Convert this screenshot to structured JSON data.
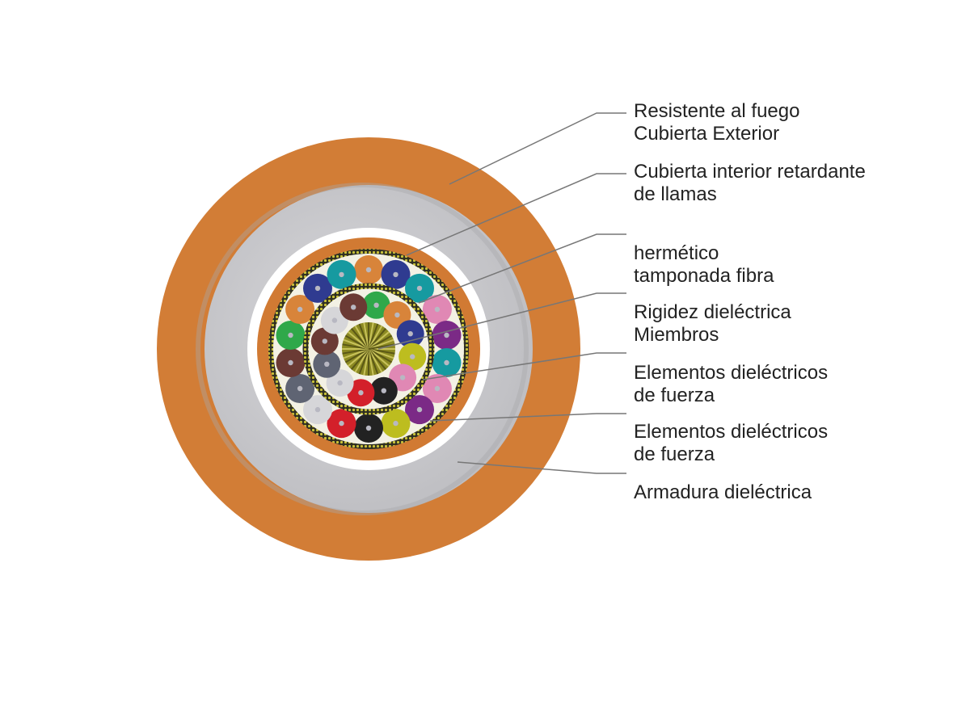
{
  "colors": {
    "outer_jacket": "#d27d36",
    "inner_jacket": "#d17a33",
    "armor": "#c9c9cc",
    "leader_line": "#777777",
    "center_member": "#8c8a23",
    "binder": "#8c8a23"
  },
  "fiber_colors": {
    "orange": "#d8843a",
    "blue": "#2f3b90",
    "teal": "#169aa0",
    "rose": "#e088b4",
    "violet": "#7b2a86",
    "brown": "#6b3a34",
    "slate": "#5f6473",
    "white": "#d6d6d9",
    "red": "#d3202a",
    "black": "#222222",
    "yellow": "#bdbd1f",
    "green": "#2fa84a"
  },
  "labels": [
    {
      "id": "outer-jacket-label",
      "lines": [
        "Resistente al fuego",
        "Cubierta Exterior"
      ]
    },
    {
      "id": "inner-jacket-label",
      "lines": [
        "Cubierta interior retardante",
        "de llamas"
      ]
    },
    {
      "id": "tight-buffered-fiber-label",
      "lines": [
        "hermético",
        "tamponada  fibra"
      ]
    },
    {
      "id": "central-member-label",
      "lines": [
        "Rigidez dieléctrica",
        "Miembros"
      ]
    },
    {
      "id": "strength-members-label-1",
      "lines": [
        "Elementos dieléctricos",
        "de fuerza"
      ]
    },
    {
      "id": "strength-members-label-2",
      "lines": [
        "Elementos dieléctricos",
        "de fuerza"
      ]
    },
    {
      "id": "dielectric-armor-label",
      "lines": [
        "Armadura dieléctrica"
      ]
    }
  ]
}
